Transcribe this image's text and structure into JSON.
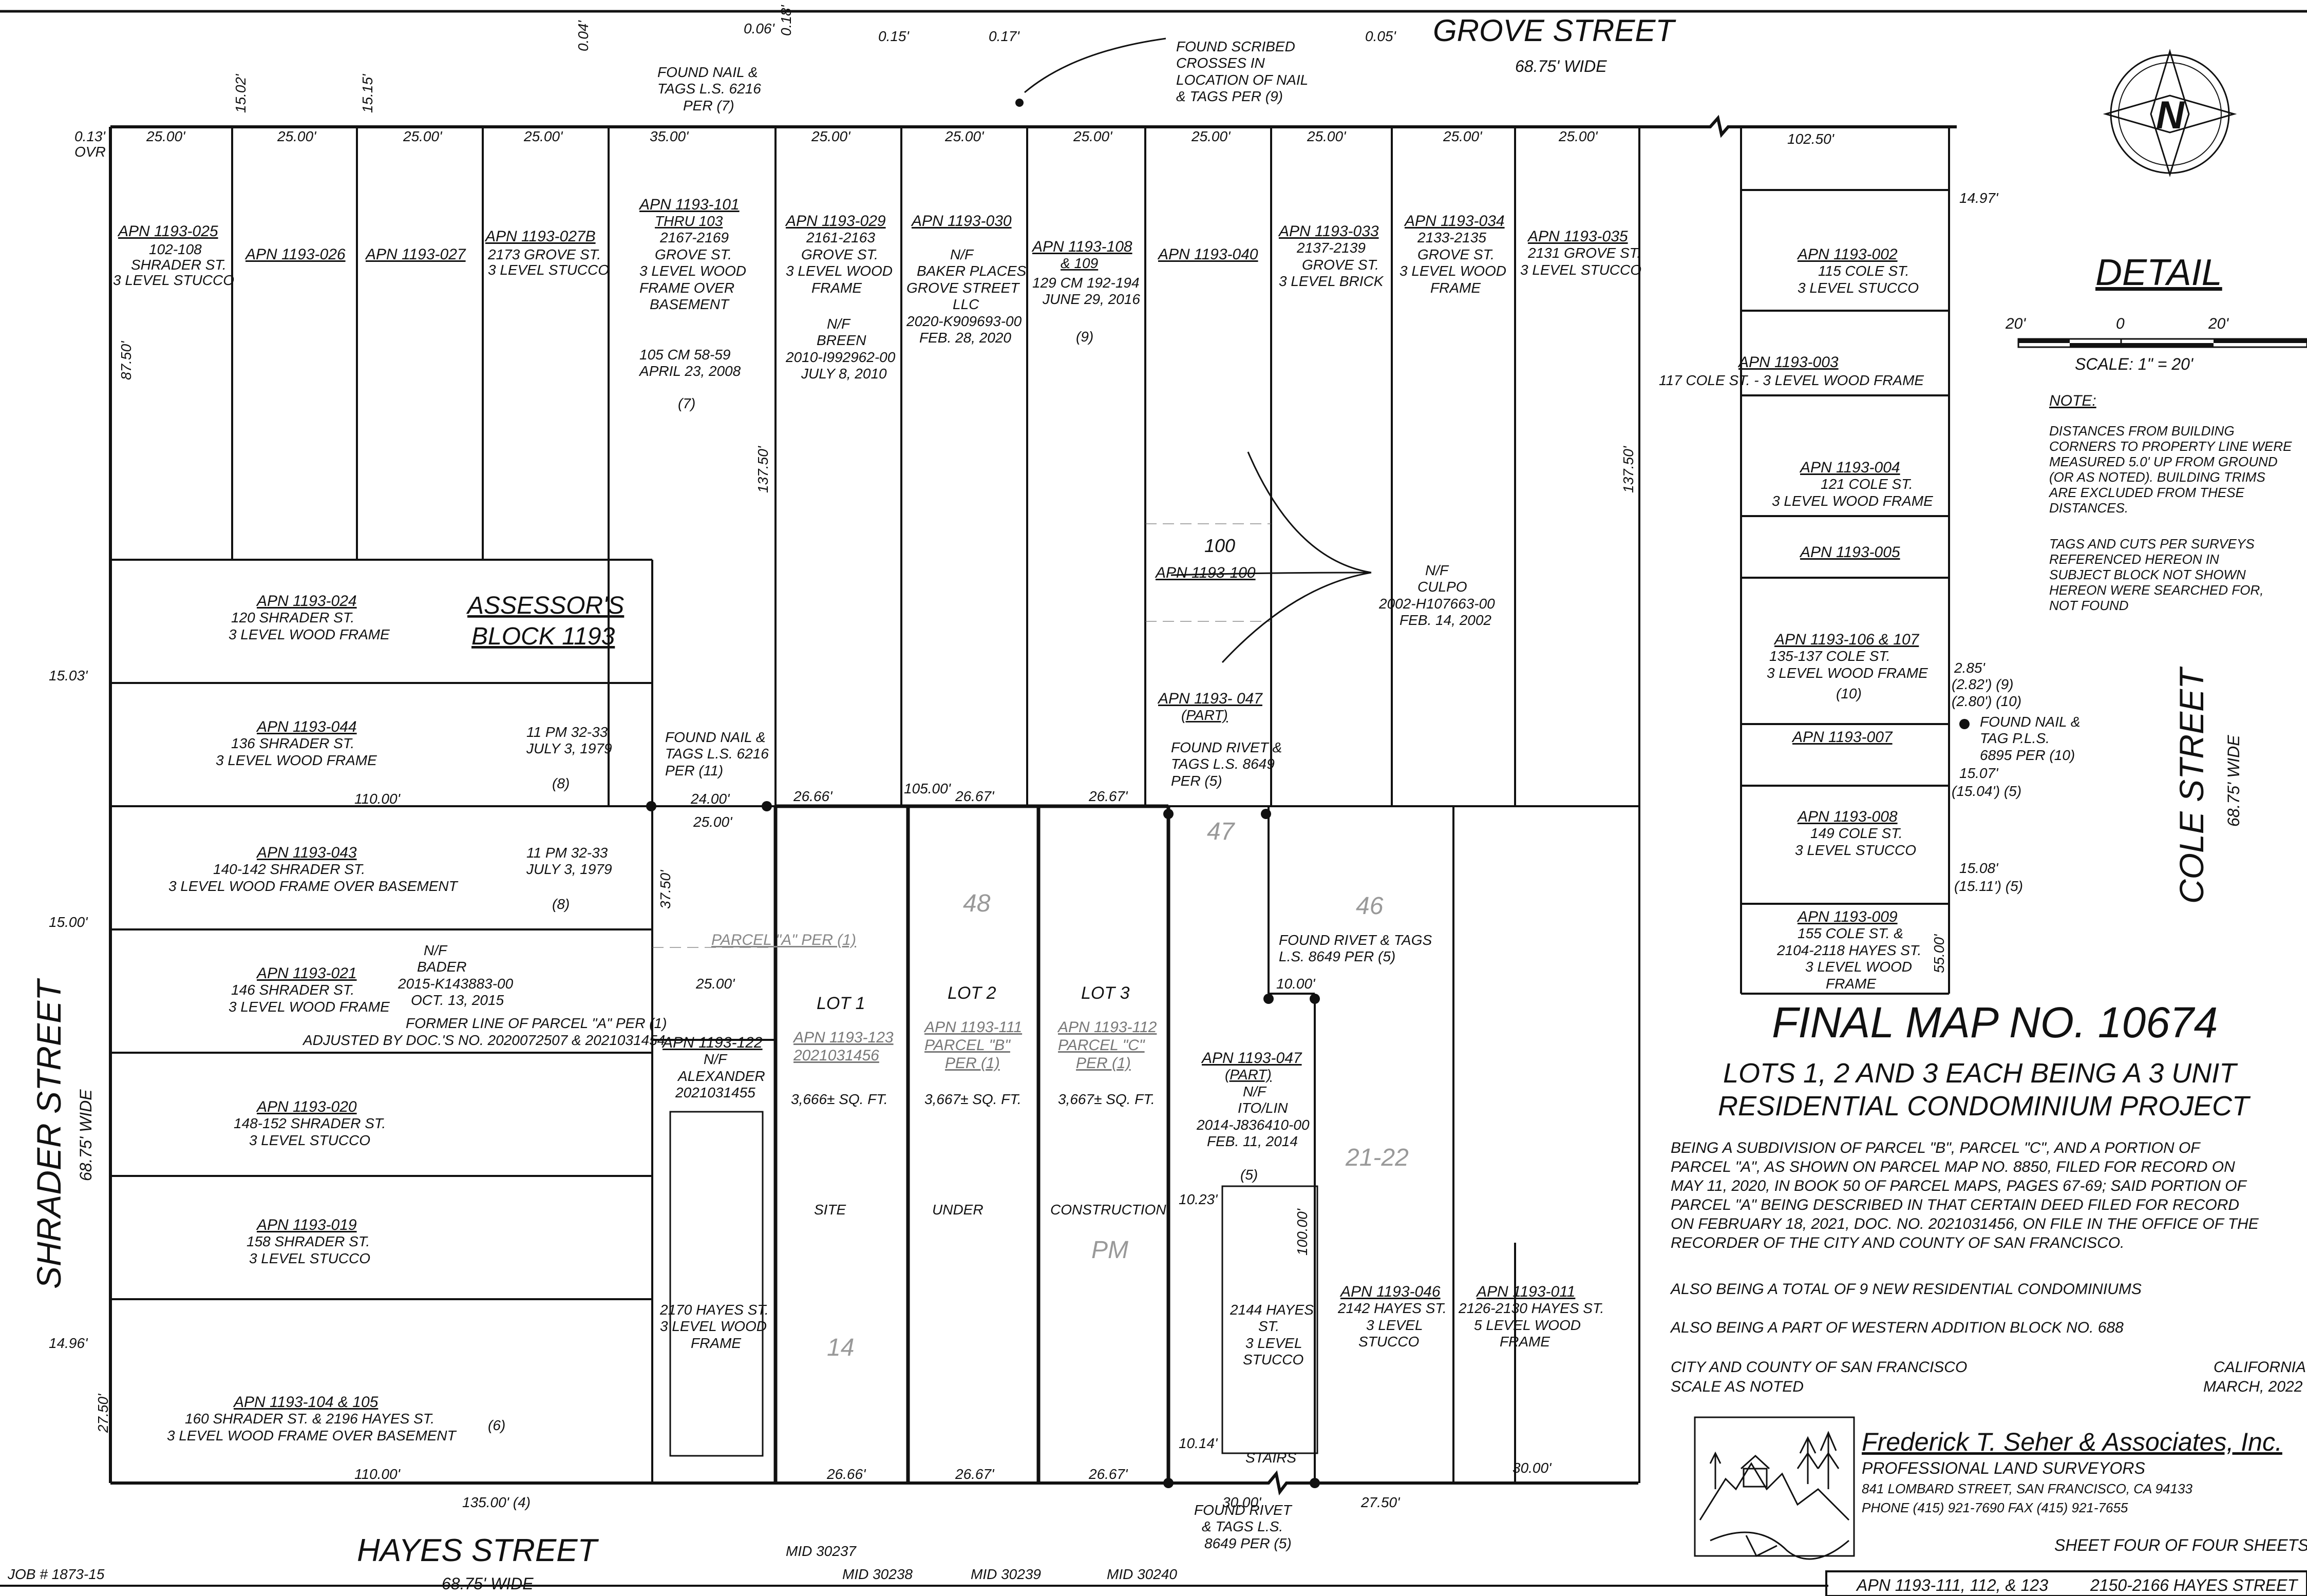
{
  "streets": {
    "grove": {
      "name": "GROVE STREET",
      "width": "68.75' WIDE"
    },
    "hayes": {
      "name": "HAYES STREET",
      "width": "68.75' WIDE"
    },
    "shrader": {
      "name": "SHRADER STREET",
      "width": "68.75' WIDE"
    },
    "cole": {
      "name": "COLE STREET",
      "width": "68.75' WIDE"
    }
  },
  "block": {
    "line1": "ASSESSOR'S",
    "line2": "BLOCK 1193"
  },
  "north_parcels": [
    {
      "apn": "APN 1193-025",
      "lines": [
        "102-108",
        "SHRADER ST.",
        "3 LEVEL STUCCO"
      ],
      "frontage": "25.00'"
    },
    {
      "apn": "APN 1193-026",
      "lines": [],
      "frontage": "25.00'"
    },
    {
      "apn": "APN 1193-027",
      "lines": [],
      "frontage": "25.00'"
    },
    {
      "apn": "APN 1193-027B",
      "lines": [
        "2173 GROVE ST.",
        "3 LEVEL STUCCO"
      ],
      "frontage": "25.00'"
    },
    {
      "apn": "APN 1193-101",
      "lines": [
        "THRU 103",
        "2167-2169",
        "GROVE ST.",
        "3 LEVEL WOOD",
        "FRAME OVER",
        "BASEMENT",
        "105 CM 58-59",
        "APRIL 23, 2008",
        "(7)"
      ],
      "frontage": "35.00'"
    },
    {
      "apn": "APN 1193-029",
      "lines": [
        "2161-2163",
        "GROVE ST.",
        "3 LEVEL WOOD",
        "FRAME",
        "N/F",
        "BREEN",
        "2010-I992962-00",
        "JULY 8, 2010"
      ],
      "frontage": "25.00'"
    },
    {
      "apn": "APN 1193-030",
      "lines": [
        "N/F",
        "BAKER PLACES",
        "GROVE STREET",
        "LLC",
        "2020-K909693-00",
        "FEB. 28, 2020"
      ],
      "frontage": "25.00'"
    },
    {
      "apn": "APN 1193-108",
      "lines": [
        "& 109",
        "129 CM 192-194",
        "JUNE 29, 2016",
        "(9)"
      ],
      "frontage": "25.00'"
    },
    {
      "apn": "APN 1193-040",
      "lines": [],
      "frontage": "25.00'"
    },
    {
      "apn": "APN 1193-033",
      "lines": [
        "2137-2139",
        "GROVE ST.",
        "3 LEVEL BRICK"
      ],
      "frontage": "25.00'"
    },
    {
      "apn": "APN 1193-034",
      "lines": [
        "2133-2135",
        "GROVE ST.",
        "3 LEVEL WOOD",
        "FRAME"
      ],
      "frontage": "25.00'"
    },
    {
      "apn": "APN 1193-035",
      "lines": [
        "2131 GROVE ST.",
        "3 LEVEL STUCCO"
      ],
      "frontage": "25.00'"
    }
  ],
  "west_parcels": [
    {
      "apn": "APN 1193-024",
      "lines": [
        "120 SHRADER ST.",
        "3 LEVEL WOOD FRAME"
      ]
    },
    {
      "apn": "APN 1193-044",
      "lines": [
        "136 SHRADER ST.",
        "3 LEVEL WOOD FRAME"
      ]
    },
    {
      "apn": "APN 1193-043",
      "lines": [
        "140-142 SHRADER ST.",
        "3 LEVEL WOOD FRAME OVER BASEMENT"
      ]
    },
    {
      "apn": "APN 1193-021",
      "lines": [
        "146 SHRADER ST.",
        "3 LEVEL WOOD FRAME"
      ]
    },
    {
      "apn": "APN 1193-020",
      "lines": [
        "148-152 SHRADER ST.",
        "3 LEVEL STUCCO"
      ]
    },
    {
      "apn": "APN 1193-019",
      "lines": [
        "158 SHRADER ST.",
        "3 LEVEL STUCCO"
      ]
    },
    {
      "apn": "APN 1193-104 & 105",
      "lines": [
        "160 SHRADER ST. & 2196 HAYES ST.",
        "3 LEVEL WOOD FRAME OVER BASEMENT"
      ]
    }
  ],
  "east_parcels": [
    {
      "apn": "APN 1193-002",
      "lines": [
        "115 COLE ST.",
        "3 LEVEL STUCCO"
      ]
    },
    {
      "apn": "APN 1193-003",
      "lines": [
        "117 COLE ST. - 3 LEVEL WOOD FRAME"
      ]
    },
    {
      "apn": "APN 1193-004",
      "lines": [
        "121 COLE ST.",
        "3 LEVEL WOOD FRAME"
      ]
    },
    {
      "apn": "APN 1193-005",
      "lines": []
    },
    {
      "apn": "APN 1193-106 & 107",
      "lines": [
        "135-137 COLE ST.",
        "3 LEVEL WOOD FRAME",
        "(10)"
      ]
    },
    {
      "apn": "APN 1193-007",
      "lines": []
    },
    {
      "apn": "APN 1193-008",
      "lines": [
        "149 COLE ST.",
        "3 LEVEL STUCCO"
      ]
    },
    {
      "apn": "APN 1193-009",
      "lines": [
        "155 COLE ST. &",
        "2104-2118 HAYES ST.",
        "3 LEVEL WOOD",
        "FRAME"
      ]
    }
  ],
  "lots": [
    {
      "label": "LOT 1",
      "apn": "APN 1193-123",
      "sub": "2021031456",
      "area": "3,666± SQ. FT.",
      "watermark": "SITE"
    },
    {
      "label": "LOT 2",
      "apn": "APN 1193-111",
      "sub": "PARCEL \"B\"",
      "sub2": "PER (1)",
      "area": "3,667± SQ. FT.",
      "watermark": "UNDER"
    },
    {
      "label": "LOT 3",
      "apn": "APN 1193-112",
      "sub": "PARCEL \"C\"",
      "sub2": "PER (1)",
      "area": "3,667± SQ. FT.",
      "watermark": "CONSTRUCTION"
    }
  ],
  "south_parcels": [
    {
      "apn": "APN 1193-122",
      "lines": [
        "N/F",
        "ALEXANDER",
        "2021031455"
      ]
    },
    {
      "apn": "APN 1193-047",
      "sub": "(PART)",
      "lines": [
        "N/F",
        "ITO/LIN",
        "2014-J836410-00",
        "FEB. 11, 2014",
        "(5)"
      ]
    },
    {
      "apn": "APN 1193-046",
      "lines": [
        "2142 HAYES ST.",
        "3 LEVEL",
        "STUCCO"
      ]
    },
    {
      "apn": "APN 1193-011",
      "lines": [
        "2126-2130 HAYES ST.",
        "5 LEVEL WOOD",
        "FRAME"
      ]
    }
  ],
  "misc_labels": {
    "apn_100_num": "100",
    "apn_100": "APN 1193-100",
    "culpo": [
      "N/F",
      "CULPO",
      "2002-H107663-00",
      "FEB. 14, 2002"
    ],
    "apn_047_top": "APN 1193- 047",
    "apn_047_top_sub": "(PART)",
    "found_rivet_1": [
      "FOUND RIVET &",
      "TAGS L.S. 8649",
      "PER (5)"
    ],
    "found_rivet_2": [
      "FOUND RIVET & TAGS",
      "L.S. 8649 PER (5)"
    ],
    "found_rivet_3": [
      "FOUND RIVET",
      "& TAGS L.S.",
      "8649 PER (5)"
    ],
    "found_nail_1": [
      "FOUND NAIL &",
      "TAGS L.S. 6216",
      "PER (7)"
    ],
    "found_nail_2": [
      "FOUND NAIL &",
      "TAGS L.S. 6216",
      "PER (11)"
    ],
    "found_nail_3": [
      "FOUND NAIL &",
      "TAG P.L.S.",
      "6895 PER (10)"
    ],
    "found_scribed": [
      "FOUND SCRIBED",
      "CROSSES IN",
      "LOCATION OF NAIL",
      "& TAGS PER (9)"
    ],
    "parcel_a": "PARCEL \"A\" PER (1)",
    "former_line": [
      "FORMER LINE OF PARCEL \"A\" PER (1)",
      "ADJUSTED BY DOC.'S NO. 2020072507 & 2021031454"
    ],
    "bader": [
      "N/F",
      "BADER",
      "2015-K143883-00",
      "OCT. 13, 2015"
    ],
    "pm_1": [
      "11 PM 32-33",
      "JULY 3, 1979",
      "(8)"
    ],
    "pm_2": [
      "11 PM 32-33",
      "JULY 3, 1979",
      "(8)"
    ],
    "hayes_2170": [
      "2170 HAYES ST.",
      "3 LEVEL WOOD",
      "FRAME"
    ],
    "hayes_2144": [
      "2144 HAYES",
      "ST.",
      "3 LEVEL",
      "STUCCO"
    ],
    "stairs": "STAIRS",
    "ref_6": "(6)",
    "ghost_48": "48",
    "ghost_47": "47",
    "ghost_46": "46",
    "ghost_2122": "21-22",
    "ghost_14": "14",
    "ghost_pm": "PM",
    "mid": [
      "MID 30237",
      "MID 30238",
      "MID 30239",
      "MID 30240"
    ],
    "job": "JOB # 1873-15"
  },
  "dimensions": {
    "lot_front": [
      "26.66'",
      "26.67'",
      "26.67'"
    ],
    "lot_back": [
      "26.66'",
      "26.67'",
      "26.67'"
    ],
    "depth": "137.50'",
    "d_110a": "110.00'",
    "d_110b": "110.00'",
    "d_105": "105.00'",
    "d_135": "135.00' (4)",
    "d_102": "102.50'",
    "d_24": "24.00'",
    "d_25a": "25.00'",
    "d_25b": "25.00'",
    "d_10": "10.00'",
    "d_1023": "10.23'",
    "d_1014": "10.14'",
    "d_100": "100.00'",
    "d_875": "87.50'",
    "d_3750": "37.50'",
    "d_2750": "27.50'",
    "d_30a": "30.00'",
    "d_30b": "30.00'",
    "d_2750b": "27.50'",
    "d_5500": "55.00'",
    "d_1503": "15.03'",
    "d_1500": "15.00'",
    "d_1496": "14.96'",
    "d_1497": "14.97'",
    "d_1508": "15.08'",
    "d_1511": "(15.11') (5)",
    "d_1507": "15.07'",
    "d_1504": "(15.04') (5)",
    "d_285": "2.85'",
    "d_282": "(2.82') (9)",
    "d_280": "(2.80') (10)",
    "d_1502": "15.02'",
    "d_1515": "15.15'",
    "d_013": "0.13'",
    "d_ovr": "OVR",
    "d_006": "0.06'",
    "d_018": "0.18'",
    "d_015": "0.15'",
    "d_017": "0.17'",
    "d_005": "0.05'",
    "d_004": "0.04'"
  },
  "detail": {
    "title": "DETAIL",
    "scale_labels": [
      "20'",
      "0",
      "20'"
    ],
    "scale": "SCALE: 1\" = 20'",
    "note_head": "NOTE:",
    "note_1": [
      "DISTANCES FROM BUILDING",
      "CORNERS TO PROPERTY LINE WERE",
      "MEASURED 5.0' UP FROM GROUND",
      "(OR AS NOTED). BUILDING TRIMS",
      "ARE EXCLUDED FROM THESE",
      "DISTANCES."
    ],
    "note_2": [
      "TAGS AND CUTS PER SURVEYS",
      "REFERENCED HEREON IN",
      "SUBJECT BLOCK NOT SHOWN",
      "HEREON WERE SEARCHED FOR,",
      "NOT FOUND"
    ]
  },
  "title_block": {
    "map_title": "FINAL MAP NO. 10674",
    "subtitle1": "LOTS 1, 2 AND 3 EACH BEING A 3 UNIT",
    "subtitle2": "RESIDENTIAL CONDOMINIUM PROJECT",
    "description": [
      "BEING A SUBDIVISION OF PARCEL \"B\", PARCEL \"C\", AND A PORTION OF",
      "PARCEL \"A\", AS SHOWN ON PARCEL MAP NO. 8850, FILED FOR RECORD ON",
      "MAY 11, 2020, IN BOOK 50 OF PARCEL MAPS, PAGES 67-69; SAID PORTION OF",
      "PARCEL \"A\" BEING DESCRIBED IN THAT CERTAIN DEED FILED FOR RECORD",
      "ON FEBRUARY 18, 2021, DOC. NO. 2021031456, ON FILE IN THE OFFICE OF THE",
      "RECORDER OF THE CITY AND COUNTY OF SAN FRANCISCO."
    ],
    "also1": "ALSO BEING A TOTAL OF 9 NEW RESIDENTIAL CONDOMINIUMS",
    "also2": "ALSO BEING A PART OF WESTERN ADDITION BLOCK NO. 688",
    "city": "CITY AND COUNTY OF SAN FRANCISCO",
    "scale_note": "SCALE AS NOTED",
    "state": "CALIFORNIA",
    "date": "MARCH, 2022",
    "firm": "Frederick T. Seher & Associates, Inc.",
    "firm_type": "PROFESSIONAL LAND SURVEYORS",
    "address": "841 LOMBARD STREET, SAN FRANCISCO, CA 94133",
    "phone": "PHONE (415) 921-7690  FAX (415) 921-7655",
    "sheet": "SHEET FOUR OF FOUR SHEETS",
    "footer_apn": "APN 1193-111, 112, & 123",
    "footer_addr": "2150-2166 HAYES STREET"
  }
}
